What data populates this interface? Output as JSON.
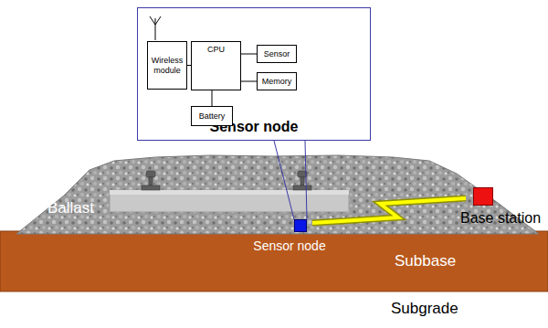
{
  "diagram": {
    "nodes": [
      {
        "text": [
          "Sensor node"
        ]
      },
      {
        "text": [
          "Wireless module"
        ],
        "in": 0
      },
      {
        "text": [
          "CPU"
        ],
        "in": 0
      },
      {
        "text": [
          "Sensor"
        ],
        "in": 0
      },
      {
        "text": [
          "Memory"
        ],
        "in": 0
      },
      {
        "text": [
          "Battery"
        ],
        "in": 0
      },
      {
        "text": [
          "Sensor node"
        ]
      },
      {
        "text": [
          "Base station"
        ]
      }
    ],
    "edges": [
      {
        "from": 1,
        "to": 2,
        "arrow": "none"
      },
      {
        "from": 2,
        "to": 3,
        "arrow": "none"
      },
      {
        "from": 2,
        "to": 4,
        "arrow": "none"
      },
      {
        "from": 2,
        "to": 5,
        "arrow": "none"
      },
      {
        "from": 6,
        "to": 7,
        "arrow": "none"
      }
    ],
    "labels": [
      "Ballast",
      "Subbase",
      "Subgrade"
    ]
  }
}
